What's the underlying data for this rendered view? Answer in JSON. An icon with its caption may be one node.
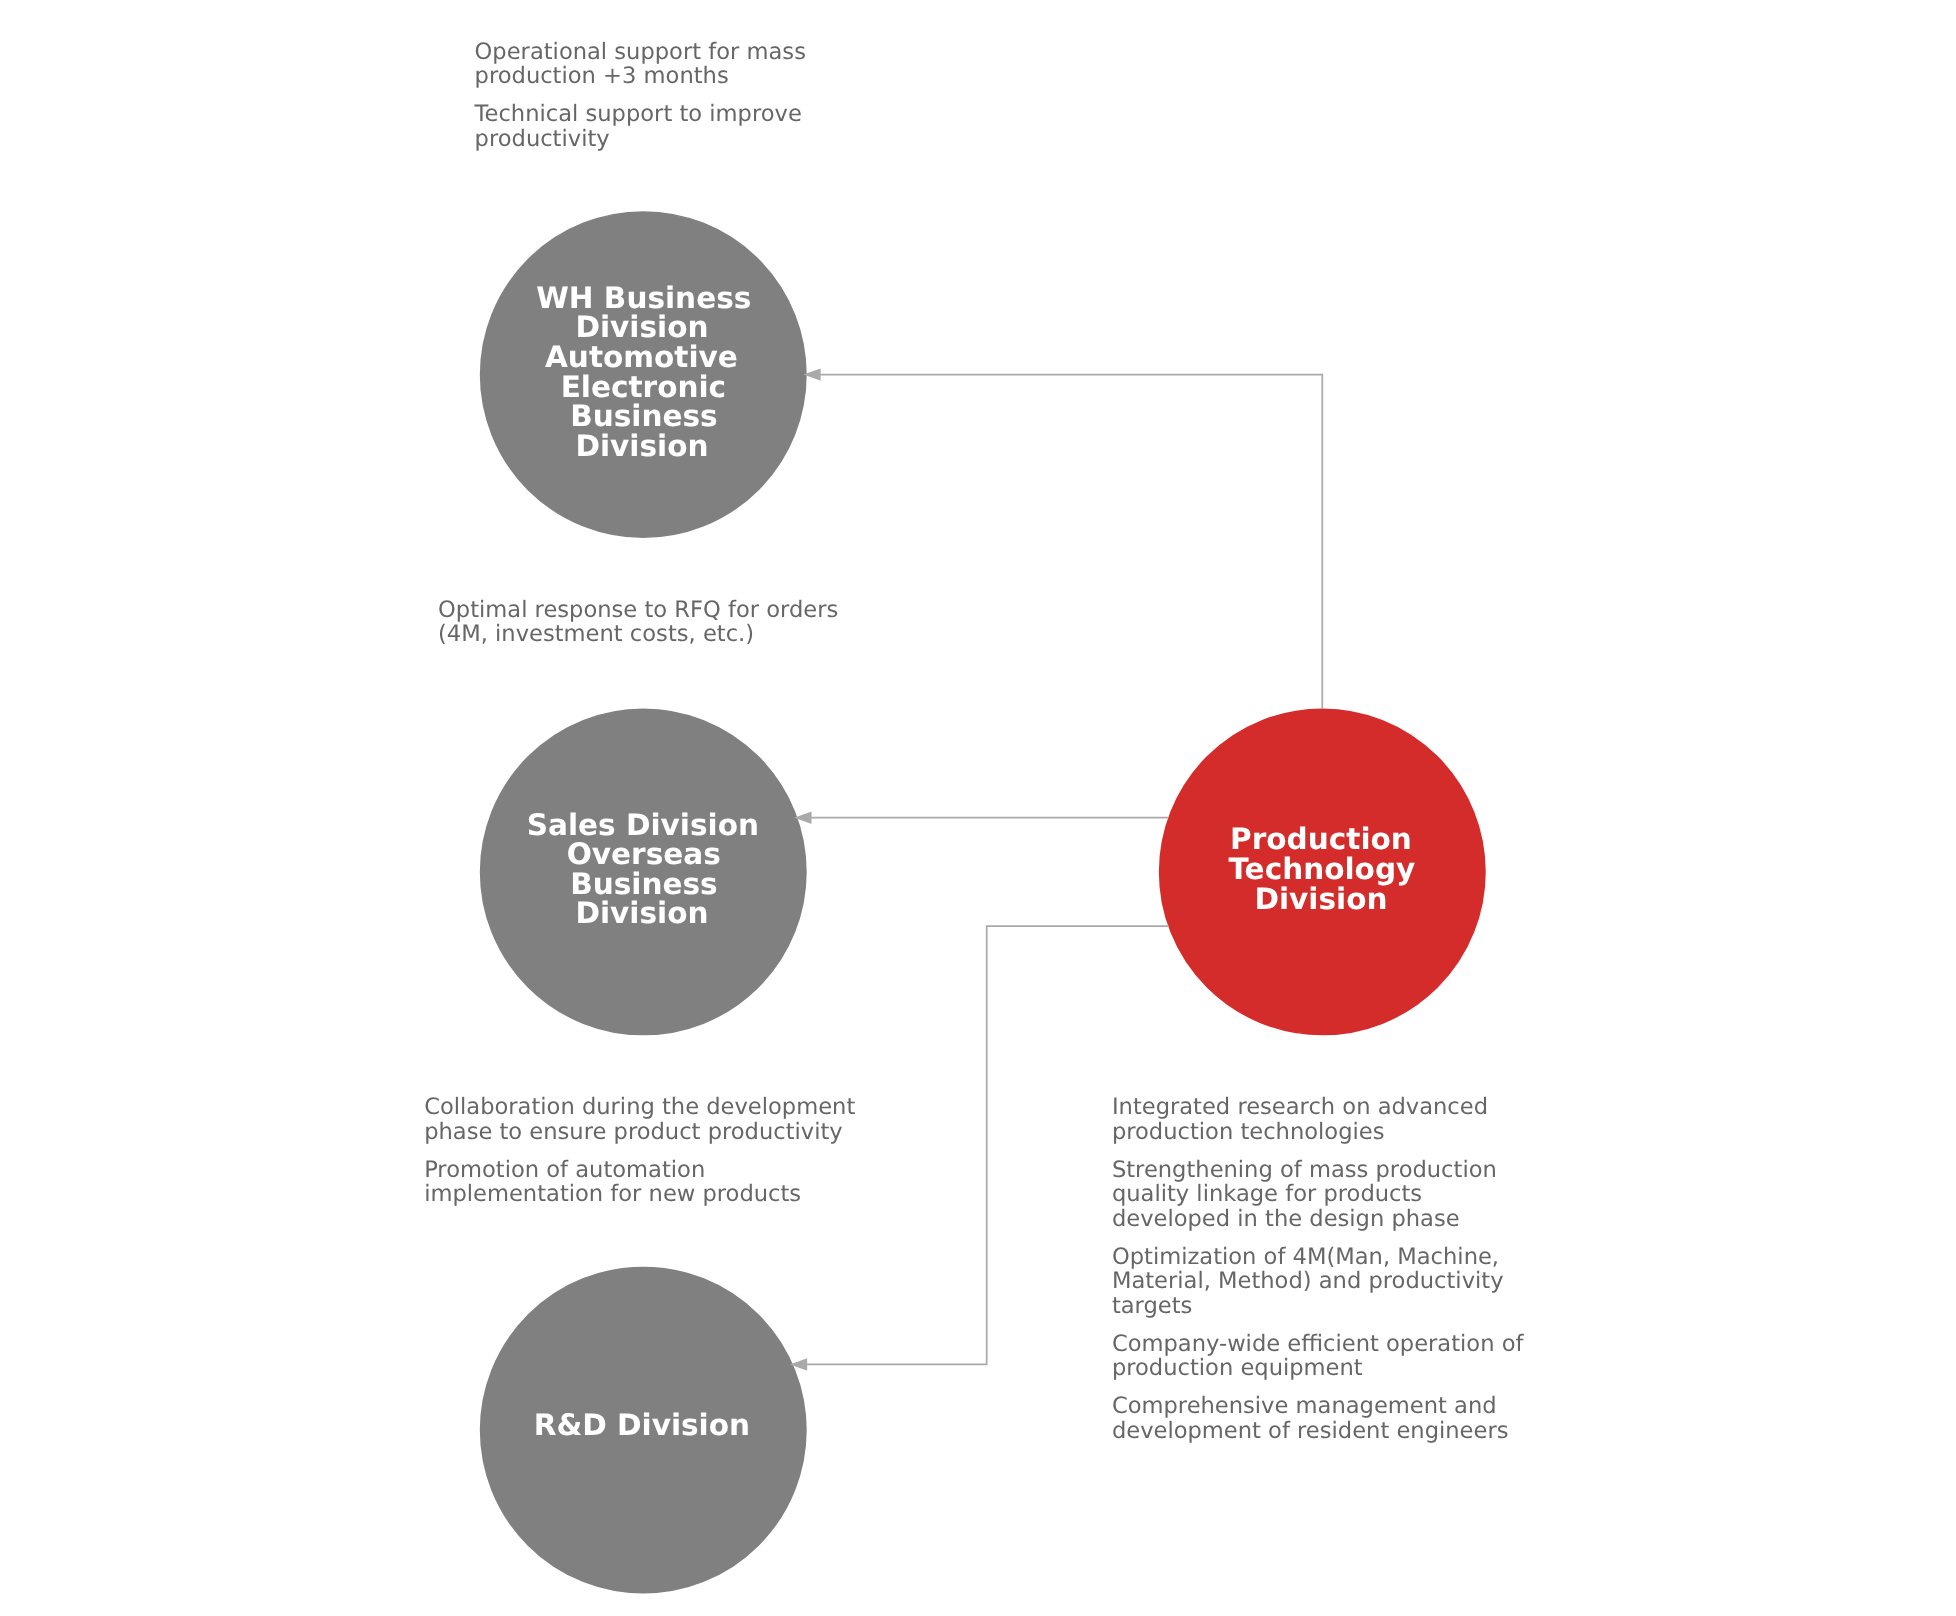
{
  "diagram": {
    "nodes": [
      {
        "text": [
          "R&D Division"
        ],
        "beside": [
          "Collaboration during the development phase to ensure product productivity",
          "Promotion of automation implementation for new products"
        ]
      },
      {
        "text": [
          "Production Technology Division"
        ],
        "beside": [
          "Integrated research on advanced production technologies",
          "Strengthening of mass production quality linkage for products developed in the design phase",
          "Optimization of 4M(Man, Machine, Material, Method) and productivity targets",
          "Company-wide efficient operation of production equipment",
          "Comprehensive management and development of resident engineers"
        ]
      },
      {
        "text": [
          "WH Business Division Automotive Electronic Business Division"
        ],
        "beside": [
          "Operational support for mass production +3 months",
          "Technical support to improve productivity"
        ]
      },
      {
        "text": [
          "Sales Division Overseas Business Division"
        ],
        "beside": [
          "Optimal response to RFQ for orders (4M, investment costs, etc.)"
        ]
      }
    ],
    "edges": [
      {
        "from": 1,
        "to": 0,
        "arrow": "to"
      },
      {
        "from": 1,
        "to": 2,
        "arrow": "to"
      },
      {
        "from": 1,
        "to": 3,
        "arrow": "to"
      }
    ]
  }
}
